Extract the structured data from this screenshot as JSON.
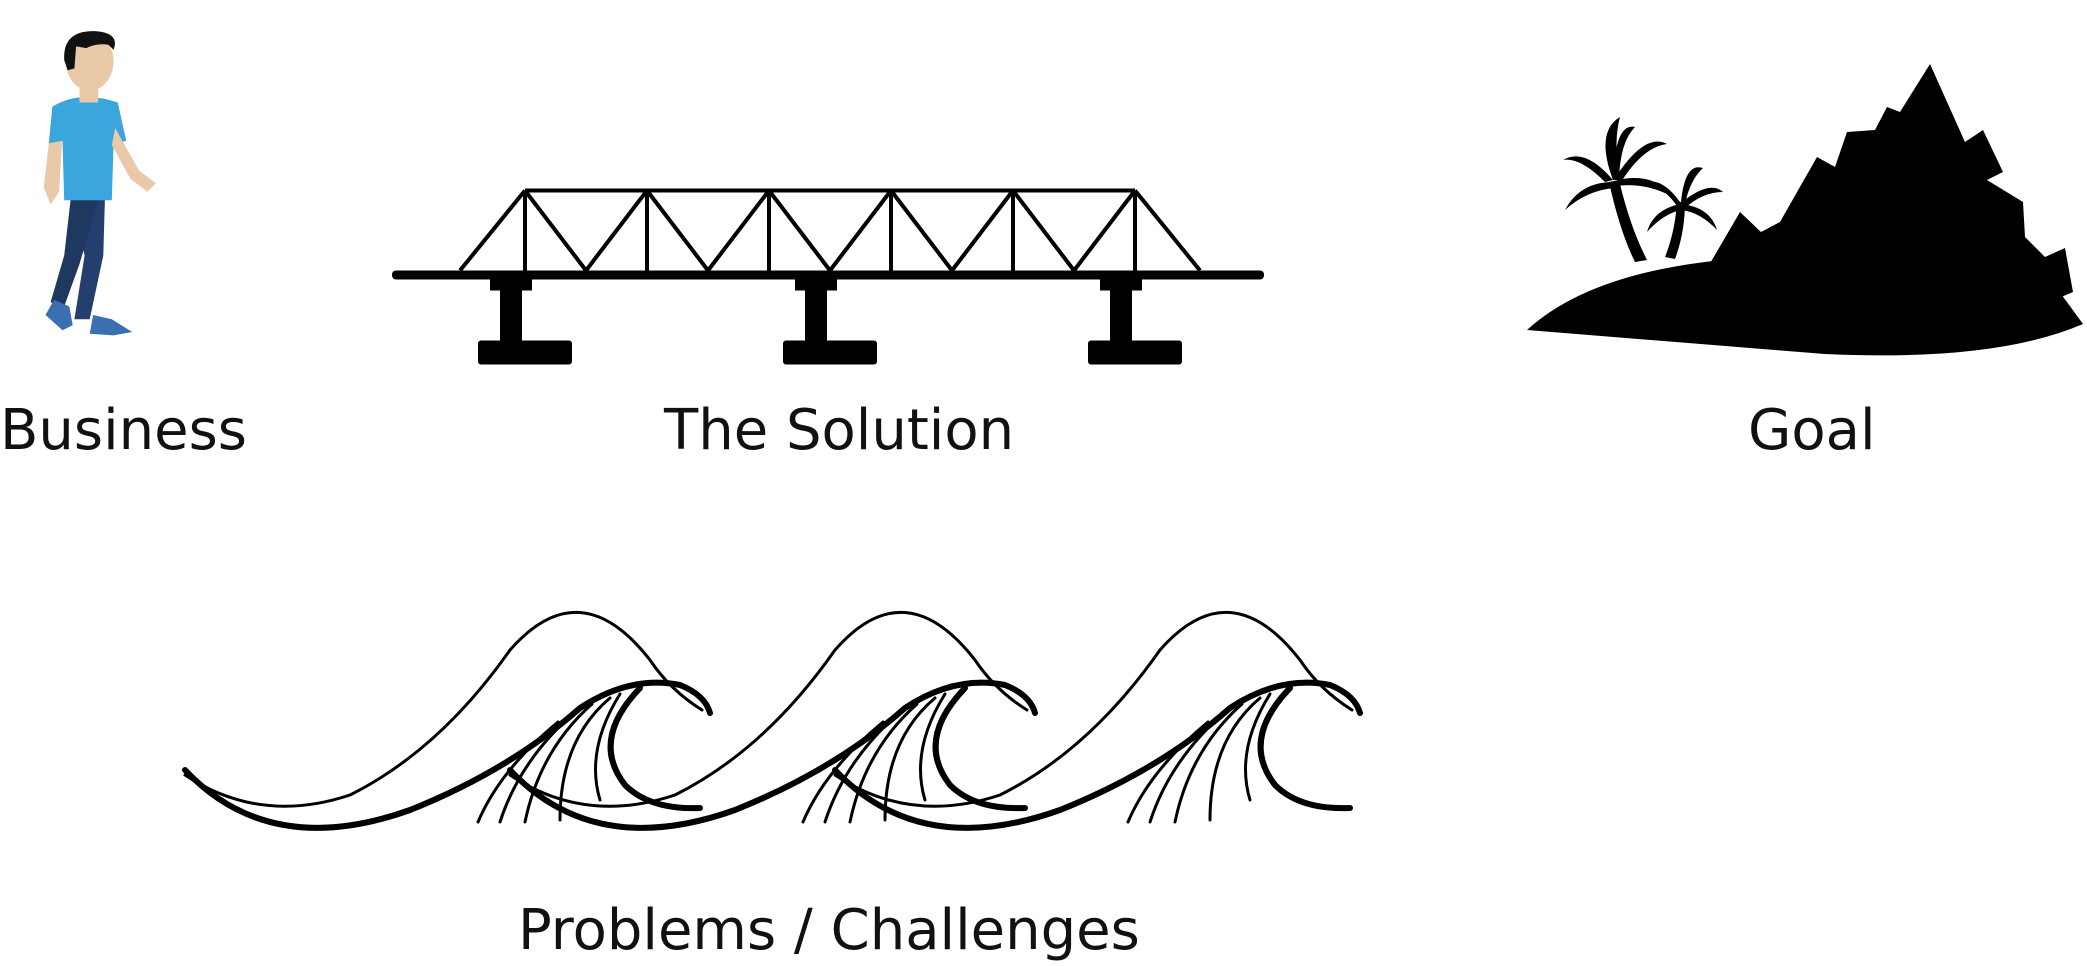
{
  "labels": {
    "business": "Business",
    "solution": "The Solution",
    "goal": "Goal",
    "problems": "Problems / Challenges"
  },
  "colors": {
    "ink": "#000000",
    "shirt": "#3aa6dd",
    "pants": "#223f6e",
    "skin": "#e9c9a8",
    "hair": "#111111",
    "shoes": "#3a6fb0"
  },
  "icons": {
    "business": "walking-person-icon",
    "solution": "truss-bridge-icon",
    "goal": "island-mountain-icon",
    "problems": "ocean-waves-icon"
  }
}
